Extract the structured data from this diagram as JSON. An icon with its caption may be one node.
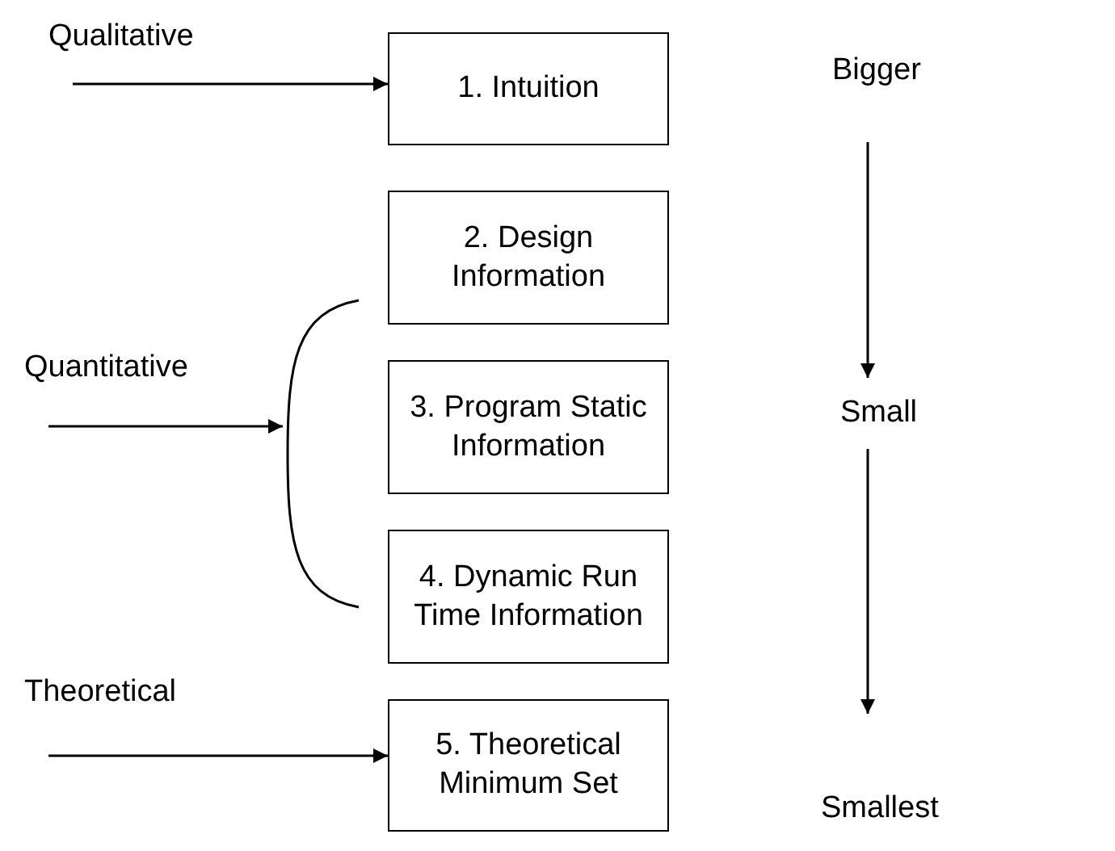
{
  "diagram": {
    "nodes": [
      {
        "text": [
          "Qualitative"
        ]
      },
      {
        "text": [
          "1. Intuition"
        ]
      },
      {
        "text": [
          "Bigger"
        ]
      },
      {
        "text": [
          "2. Design Information"
        ]
      },
      {
        "text": [
          "Quantitative"
        ]
      },
      {
        "text": [],
        "shape": "bracket"
      },
      {
        "text": [
          "3. Program Static Information"
        ]
      },
      {
        "text": [
          "Small"
        ]
      },
      {
        "text": [
          "4. Dynamic Run Time Information"
        ]
      },
      {
        "text": [
          "Theoretical"
        ]
      },
      {
        "text": [
          "5. Theoretical Minimum Set"
        ]
      },
      {
        "text": [
          "Smallest"
        ]
      }
    ],
    "edges": [
      {
        "from": 0,
        "to": 1,
        "arrow": "to"
      },
      {
        "from": 4,
        "to": 5,
        "arrow": "to"
      },
      {
        "from": 9,
        "to": 10,
        "arrow": "to"
      },
      {
        "from": 2,
        "to": 7,
        "arrow": "to"
      },
      {
        "from": 7,
        "to": 11,
        "arrow": "to"
      }
    ]
  }
}
